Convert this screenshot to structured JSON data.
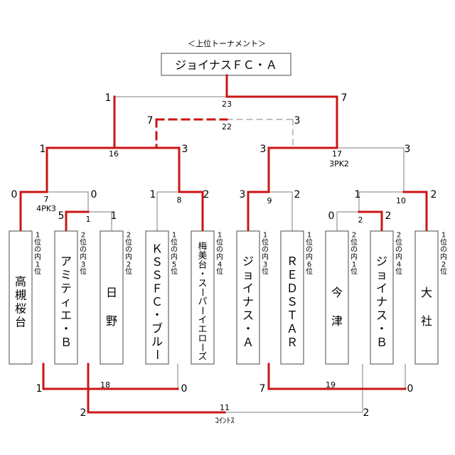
{
  "heading": "＜上位トーナメント＞",
  "champion": "ジョイナスＦＣ・Ａ",
  "colors": {
    "win": "#cc1414",
    "lose": "#7f7f7f",
    "box": "#4a4a4a"
  },
  "teams": [
    {
      "name": "高槻桜台",
      "rank": "1位の内1位"
    },
    {
      "name": "アミティエ・Ｂ",
      "rank": "2位の内3位"
    },
    {
      "name": "日野",
      "rank": "2位の内2位"
    },
    {
      "name": "ＫＳＳＦＣ・ブルー",
      "rank": "1位の内5位"
    },
    {
      "name": "梅美台・スーパーイエローズ",
      "rank": "1位の内4位"
    },
    {
      "name": "ジョイナス・Ａ",
      "rank": "1位の内3位"
    },
    {
      "name": "ＲＥＤＳＴＡＲ",
      "rank": "1位の内6位"
    },
    {
      "name": "今津",
      "rank": "2位の内1位"
    },
    {
      "name": "ジョイナス・Ｂ",
      "rank": "2位の内4位"
    },
    {
      "name": "大社",
      "rank": "1位の内2位"
    }
  ],
  "matches": {
    "m1": {
      "no": "1",
      "left": "5",
      "right": "1"
    },
    "m2": {
      "no": "2",
      "left": "0",
      "right": "2"
    },
    "m7": {
      "no": "7",
      "left": "0",
      "right": "0",
      "note": "4PK3"
    },
    "m8": {
      "no": "8",
      "left": "1",
      "right": "2"
    },
    "m9": {
      "no": "9",
      "left": "3",
      "right": "2"
    },
    "m10": {
      "no": "10",
      "left": "1",
      "right": "2"
    },
    "m16": {
      "no": "16",
      "left": "1",
      "right": "3"
    },
    "m17": {
      "no": "17",
      "left": "3",
      "right": "3",
      "note": "3PK2"
    },
    "m23": {
      "no": "23",
      "left": "1",
      "right": "7"
    },
    "m22": {
      "no": "22",
      "left": "7",
      "right": "3"
    },
    "m18": {
      "no": "18",
      "left": "1",
      "right": "0"
    },
    "m19": {
      "no": "19",
      "left": "7",
      "right": "0"
    },
    "m11": {
      "no": "11",
      "left": "2",
      "right": "2",
      "note": "ｺｲﾝﾄｽ"
    }
  }
}
